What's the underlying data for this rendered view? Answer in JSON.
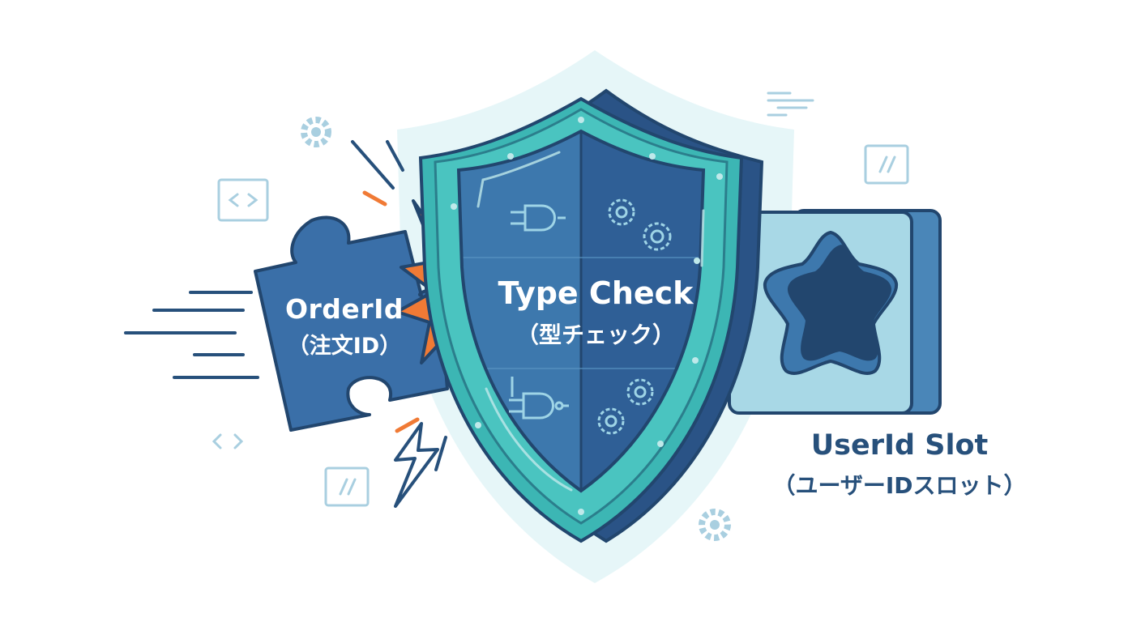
{
  "puzzle_piece": {
    "label": "OrderId",
    "sublabel": "（注文ID）"
  },
  "shield": {
    "label": "Type Check",
    "sublabel": "（型チェック）"
  },
  "slot": {
    "label": "UserId Slot",
    "sublabel": "（ユーザーIDスロット）"
  },
  "icons": {
    "decor": [
      "gear-icon",
      "code-brackets-icon",
      "comment-slash-icon",
      "text-lines-icon",
      "lightning-icon",
      "star-icon",
      "logic-gate-icon"
    ]
  },
  "colors": {
    "piece": "#3a6fa8",
    "shield_dark": "#2f5f96",
    "shield_teal": "#3cb6b4",
    "slot": "#a8d8e6",
    "impact": "#f07a35",
    "outline": "#22466e"
  }
}
